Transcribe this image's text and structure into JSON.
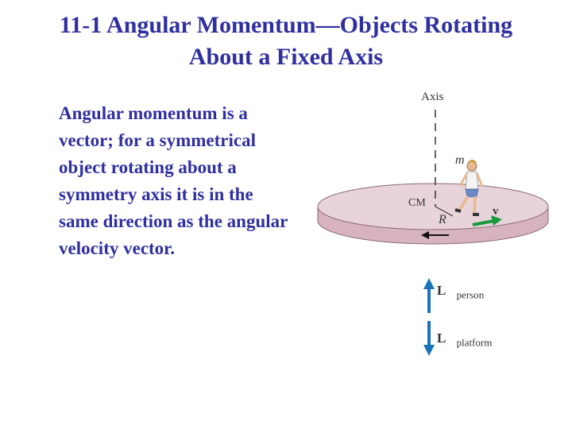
{
  "slide": {
    "title_line1": "11-1 Angular Momentum—Objects Rotating",
    "title_line2": "About a Fixed Axis",
    "body": "Angular momentum is a vector; for a symmetrical object rotating about a symmetry axis it is in the same direction as the angular velocity vector."
  },
  "figure": {
    "axis_label": "Axis",
    "mass_label": "m",
    "cm_label": "CM",
    "radius_label": "R",
    "velocity_label": "v⃗",
    "L_symbol": "L⃗",
    "L_person_subscript": "person",
    "L_platform_subscript": "platform"
  },
  "colors": {
    "title_text": "#2f2fa0",
    "platform_top": "#e9d3da",
    "platform_side": "#d7b3bf",
    "velocity_arrow": "#1a9a3c",
    "L_arrows": "#1a73b8"
  }
}
